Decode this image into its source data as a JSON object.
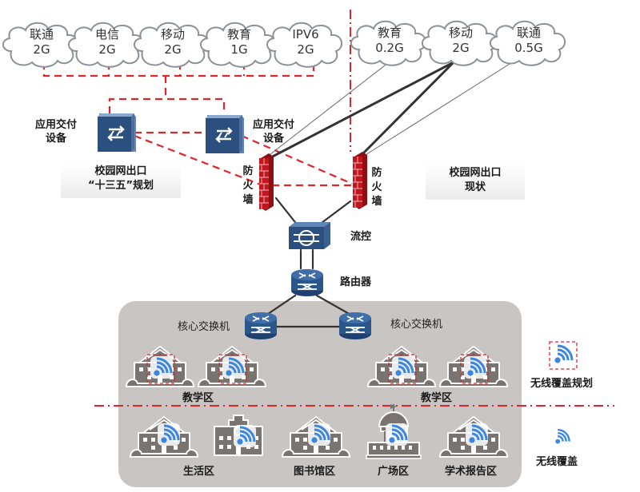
{
  "plan_clouds": [
    {
      "name": "联通",
      "bandwidth": "2G"
    },
    {
      "name": "电信",
      "bandwidth": "2G"
    },
    {
      "name": "移动",
      "bandwidth": "2G"
    },
    {
      "name": "教育",
      "bandwidth": "1G"
    },
    {
      "name": "IPV6",
      "bandwidth": "2G"
    }
  ],
  "current_clouds": [
    {
      "name": "教育",
      "bandwidth": "0.2G"
    },
    {
      "name": "移动",
      "bandwidth": "2G"
    },
    {
      "name": "联通",
      "bandwidth": "0.5G"
    }
  ],
  "adc_left_label": [
    "应用交付",
    "设备"
  ],
  "adc_right_label": [
    "应用交付",
    "设备"
  ],
  "plan_box_label": [
    "校园网出口",
    "“十三五”规划"
  ],
  "current_box_label": [
    "校园网出口",
    "现状"
  ],
  "firewall_label": [
    "防",
    "火",
    "墙"
  ],
  "flow_control_label": "流控",
  "router_label": "路由器",
  "core_switch_label": "核心交换机",
  "zones_top": [
    "教学区",
    "教学区"
  ],
  "zones_bottom": [
    "生活区",
    "图书馆区",
    "广场区",
    "学术报告区"
  ],
  "legend": {
    "planned": "无线覆盖规划",
    "existing": "无线覆盖"
  },
  "colors": {
    "plan_line": "#e0242b",
    "solid_line": "#333333",
    "device_blue": "#2b4f7e",
    "firewall_red": "#c0161d",
    "campus_bg": "#c8c5c2",
    "building": "#7a7470",
    "wifi_blue": "#3a86e0"
  }
}
